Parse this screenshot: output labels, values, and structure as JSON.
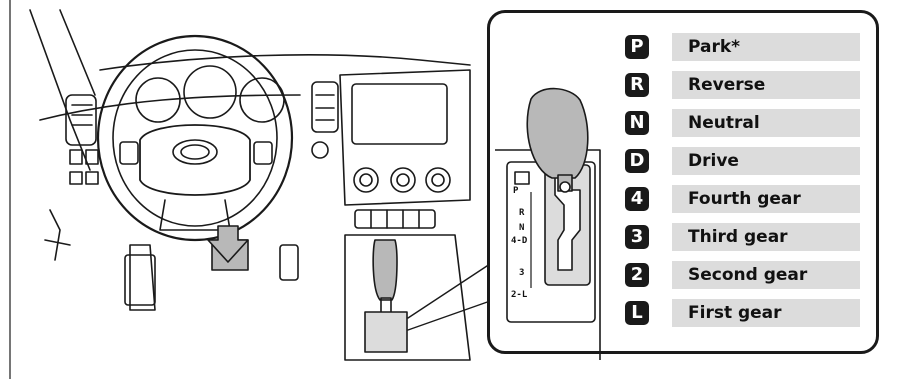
{
  "legend": [
    {
      "letter": "P",
      "name": "Park*"
    },
    {
      "letter": "R",
      "name": "Reverse"
    },
    {
      "letter": "N",
      "name": "Neutral"
    },
    {
      "letter": "D",
      "name": "Drive"
    },
    {
      "letter": "4",
      "name": "Fourth gear"
    },
    {
      "letter": "3",
      "name": "Third gear"
    },
    {
      "letter": "2",
      "name": "Second gear"
    },
    {
      "letter": "L",
      "name": "First gear"
    }
  ],
  "gate_labels": [
    "P",
    "R",
    "N",
    "4-D",
    "3",
    "2-L"
  ],
  "colors": {
    "line": "#1a1a1a",
    "fill_gray": "#dcdcdc",
    "knob_gray": "#b8b8b8",
    "badge": "#1a1a1a"
  },
  "icons": [
    "arrow-down-icon",
    "park-lever-icon"
  ]
}
